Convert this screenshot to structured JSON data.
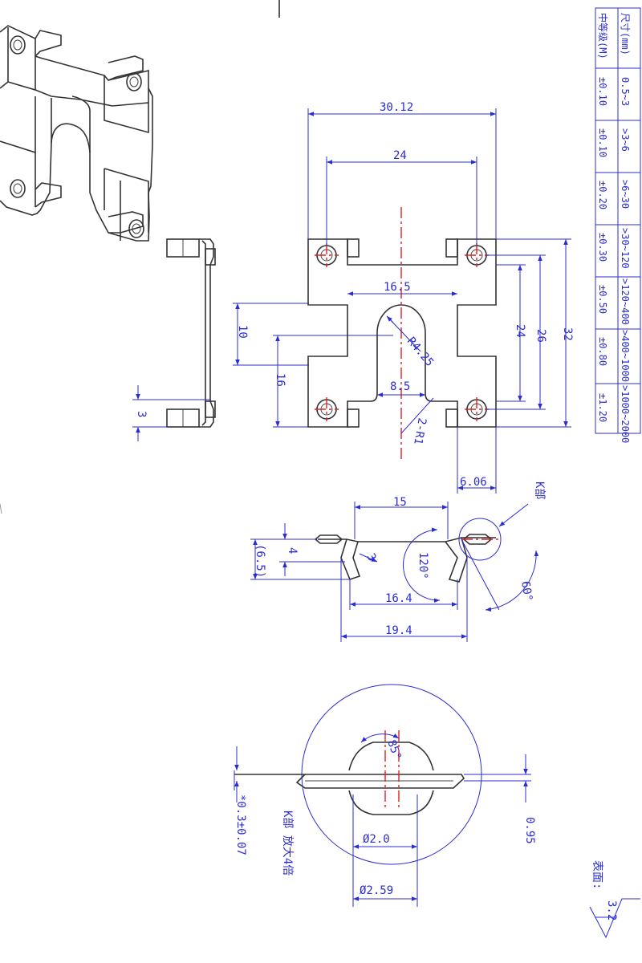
{
  "dims": {
    "w_30_12": "30.12",
    "w_24": "24",
    "w_16_5": "16.5",
    "r_4_25": "R4.25",
    "w_8_5": "8.5",
    "r_1": "2-R1",
    "h_10": "10",
    "h_16": "16",
    "h_3": "3",
    "h_24": "24",
    "h_26": "26",
    "h_32": "32",
    "w_6_06": "6.06",
    "w_15": "15",
    "h_4": "4",
    "h_6_5": "(6.5)",
    "d_3": "3",
    "a_120": "120°",
    "w_16_4": "16.4",
    "w_19_4": "19.4",
    "a_60": "60°",
    "k_label": "K部",
    "a_85": "85°",
    "d_2_0": "Ø2.0",
    "d_2_59": "Ø2.59",
    "t_0_95": "0.95",
    "t_0_3": "*0.3±0.07",
    "k_zoom": "K部 放大4倍",
    "surface": "表面:",
    "roughness": "3.2"
  },
  "tolerance_table": {
    "header_size": "尺寸(mm)",
    "header_grade": "中等级(M)",
    "ranges": [
      "0.5~3",
      ">3~6",
      ">6~30",
      ">30~120",
      ">120~400",
      ">400~1000",
      ">1000~2000"
    ],
    "tolerances": [
      "±0.10",
      "±0.10",
      "±0.20",
      "±0.30",
      "±0.50",
      "±0.80",
      "±1.20"
    ]
  }
}
